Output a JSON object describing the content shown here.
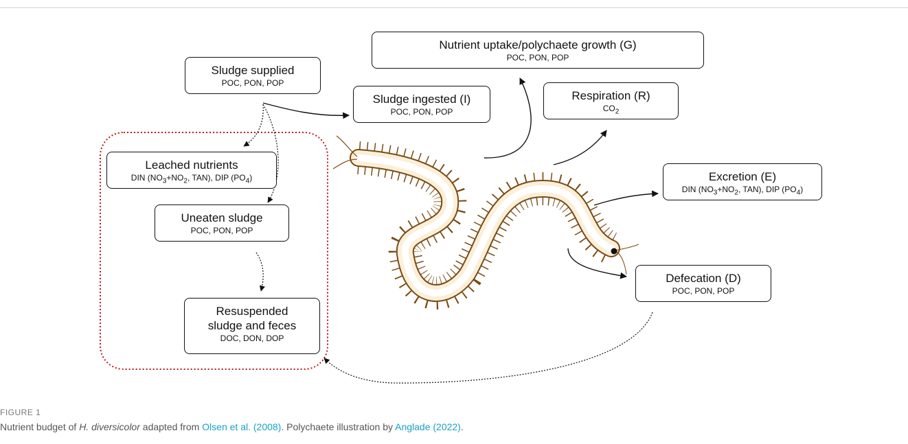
{
  "nodes": {
    "supplied": {
      "title": "Sludge supplied",
      "sub": "POC, PON, POP"
    },
    "ingested": {
      "title": "Sludge ingested (I)",
      "sub": "POC, PON, POP"
    },
    "growth": {
      "title": "Nutrient uptake/polychaete growth (G)",
      "sub": "POC, PON, POP"
    },
    "respiration": {
      "title": "Respiration (R)",
      "sub_html": "CO<sub>2</sub>"
    },
    "leached": {
      "title": "Leached nutrients",
      "sub_html": "DIN (NO<sub>3</sub>+NO<sub>2</sub>, TAN), DIP (PO<sub>4</sub>)"
    },
    "uneaten": {
      "title": "Uneaten sludge",
      "sub": "POC, PON, POP"
    },
    "resuspended": {
      "title": "Resuspended sludge and feces",
      "sub": "DOC, DON, DOP"
    },
    "excretion": {
      "title": "Excretion (E)",
      "sub_html": "DIN (NO<sub>3</sub>+NO<sub>2</sub>, TAN), DIP (PO<sub>4</sub>)"
    },
    "defecation": {
      "title": "Defecation (D)",
      "sub": "POC, PON, POP"
    }
  },
  "caption": {
    "label": "FIGURE 1",
    "text_1": "Nutrient budget of ",
    "species": "H. diversicolor",
    "text_2": " adapted from ",
    "ref_1": "Olsen et al. (2008)",
    "text_3": ". Polychaete illustration by ",
    "ref_2": "Anglade (2022)",
    "text_4": "."
  },
  "colors": {
    "link": "#17a2c4",
    "region_border": "#c0141a",
    "worm_outline": "#7a4a12",
    "worm_fill": "#fbefd9"
  }
}
